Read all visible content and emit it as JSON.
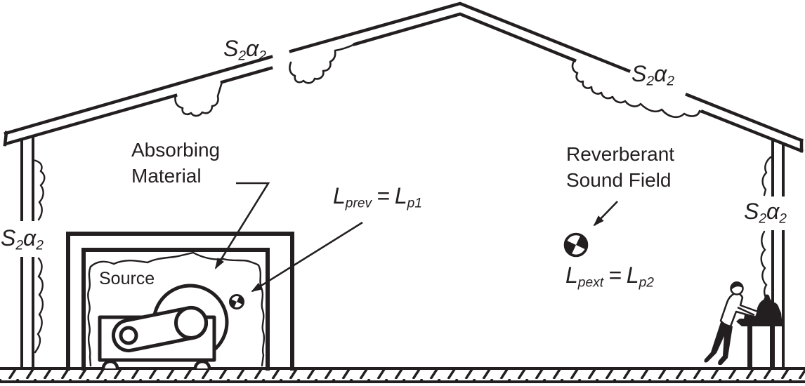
{
  "figure": {
    "description": "Cross-section of a factory building: noise source inside an absorbing enclosure, reverberant sound field, absorbing material on roof and walls, worker at a bench",
    "colors": {
      "ink": "#231f20",
      "paper": "#ffffff"
    }
  },
  "annotations": {
    "absorbing_material": {
      "line1": "Absorbing",
      "line2": "Material"
    },
    "reverberant_field": {
      "line1": "Reverberant",
      "line2": "Sound Field"
    },
    "source": "Source",
    "surface_absorption": {
      "base1": "S",
      "sub1": "2",
      "base2": "α",
      "sub2": "2"
    },
    "level_enclosure": {
      "term1": "L",
      "term1_sub": "prev",
      "equals": "=",
      "term2": "L",
      "term2_sub": "p1"
    },
    "level_exterior": {
      "term1": "L",
      "term1_sub": "pext",
      "equals": "=",
      "term2": "L",
      "term2_sub": "p2"
    }
  }
}
